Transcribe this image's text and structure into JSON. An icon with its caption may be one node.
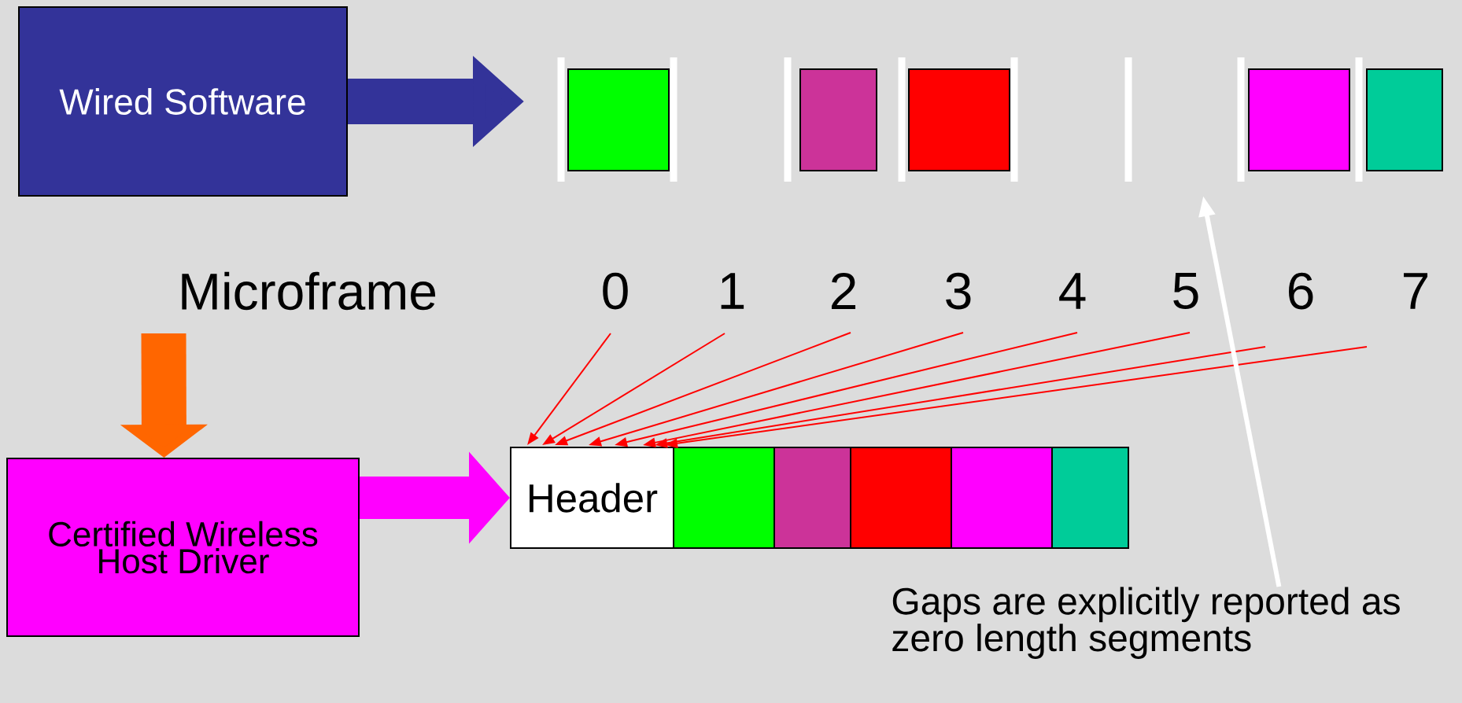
{
  "diagram": {
    "nodes": [
      {
        "text": [
          "Wired Software"
        ]
      },
      {
        "text": [],
        "shape": "box"
      },
      {
        "text": [],
        "shape": "box"
      },
      {
        "text": [],
        "shape": "box"
      },
      {
        "text": [],
        "shape": "box"
      },
      {
        "text": [],
        "shape": "box"
      },
      {
        "text": [
          "0"
        ]
      },
      {
        "text": [
          "1"
        ]
      },
      {
        "text": [
          "2"
        ]
      },
      {
        "text": [
          "3"
        ]
      },
      {
        "text": [
          "4"
        ]
      },
      {
        "text": [
          "5"
        ]
      },
      {
        "text": [
          "6"
        ]
      },
      {
        "text": [
          "7"
        ]
      },
      {
        "text": [
          "Certified Wireless Host Driver"
        ]
      },
      {
        "text": [
          "Header"
        ]
      },
      {
        "text": [],
        "shape": "box"
      },
      {
        "text": [],
        "shape": "box"
      },
      {
        "text": [],
        "shape": "box"
      },
      {
        "text": [],
        "shape": "box"
      },
      {
        "text": [],
        "shape": "box"
      },
      {
        "text": [
          "Gaps are explicitly reported as zero length segments"
        ]
      }
    ],
    "edges": [
      {
        "from": 0,
        "to": null,
        "arrow": "to",
        "style": "thick",
        "color": "#333399"
      },
      {
        "from": null,
        "to": 14,
        "arrow": "to",
        "style": "thick",
        "color": "#ff6600"
      },
      {
        "from": 14,
        "to": 15,
        "arrow": "to",
        "style": "thick",
        "color": "#ff00ff"
      },
      {
        "from": 6,
        "to": 15,
        "arrow": "to"
      },
      {
        "from": 7,
        "to": 15,
        "arrow": "to"
      },
      {
        "from": 8,
        "to": 15,
        "arrow": "to"
      },
      {
        "from": 9,
        "to": 15,
        "arrow": "to"
      },
      {
        "from": 10,
        "to": 15,
        "arrow": "to"
      },
      {
        "from": 11,
        "to": 15,
        "arrow": "to"
      },
      {
        "from": 12,
        "to": 15,
        "arrow": "to"
      },
      {
        "from": 13,
        "to": 15,
        "arrow": "to"
      },
      {
        "from": 21,
        "to": null,
        "arrow": "to",
        "style": "thick",
        "color": "#ffffff"
      }
    ],
    "labels": [
      "Microframe"
    ]
  }
}
